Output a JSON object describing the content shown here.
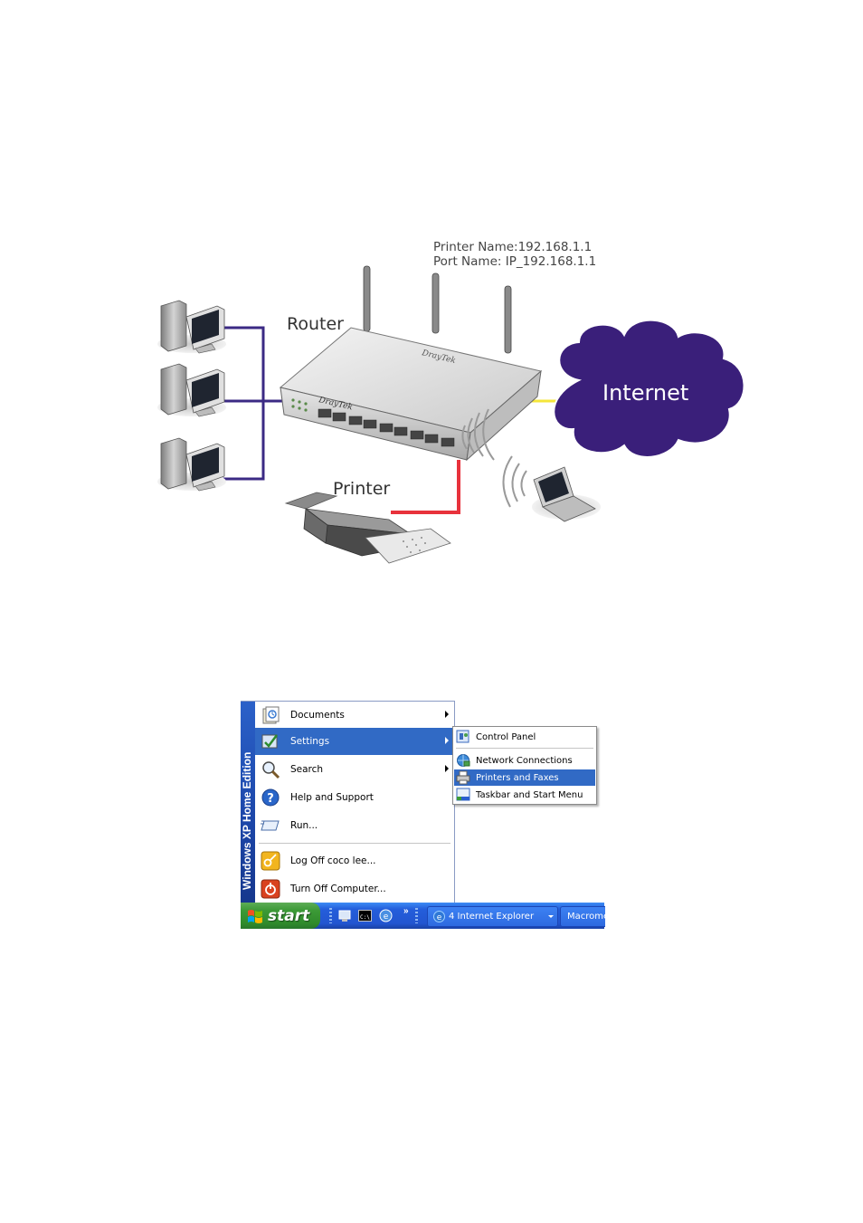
{
  "diagram": {
    "printer_name_line": "Printer Name:192.168.1.1",
    "port_name_line": "Port Name: IP_192.168.1.1",
    "router_label": "Router",
    "printer_label": "Printer",
    "internet_label": "Internet",
    "router_brand": "DrayTek",
    "colors": {
      "pc_links": "#3b2a84",
      "internet_link": "#f5e63a",
      "printer_link": "#e8323c",
      "cloud": "#3a1f7a"
    }
  },
  "start_menu": {
    "band_text": "Windows XP Home Edition",
    "items": [
      {
        "label": "Documents",
        "icon": "documents-icon",
        "submenu": true
      },
      {
        "label": "Settings",
        "icon": "settings-icon",
        "submenu": true,
        "highlighted": true
      },
      {
        "label": "Search",
        "icon": "search-icon",
        "submenu": true
      },
      {
        "label": "Help and Support",
        "icon": "help-icon"
      },
      {
        "label": "Run...",
        "icon": "run-icon"
      },
      {
        "label": "Log Off coco lee...",
        "icon": "logoff-icon"
      },
      {
        "label": "Turn Off Computer...",
        "icon": "power-icon"
      }
    ],
    "settings_submenu": [
      {
        "label": "Control Panel",
        "icon": "control-panel-icon"
      },
      {
        "label": "Network Connections",
        "icon": "network-connections-icon"
      },
      {
        "label": "Printers and Faxes",
        "icon": "printer-fax-icon",
        "highlighted": true
      },
      {
        "label": "Taskbar and Start Menu",
        "icon": "taskbar-icon"
      }
    ],
    "colors": {
      "highlight": "#316ac5",
      "band": "#1c46a8"
    }
  },
  "taskbar": {
    "start_label": "start",
    "ie_task_label": "4 Internet Explorer",
    "mac_task_label": "Macromedia",
    "overflow_glyph": "»",
    "cmd_glyph": "C:\\"
  }
}
